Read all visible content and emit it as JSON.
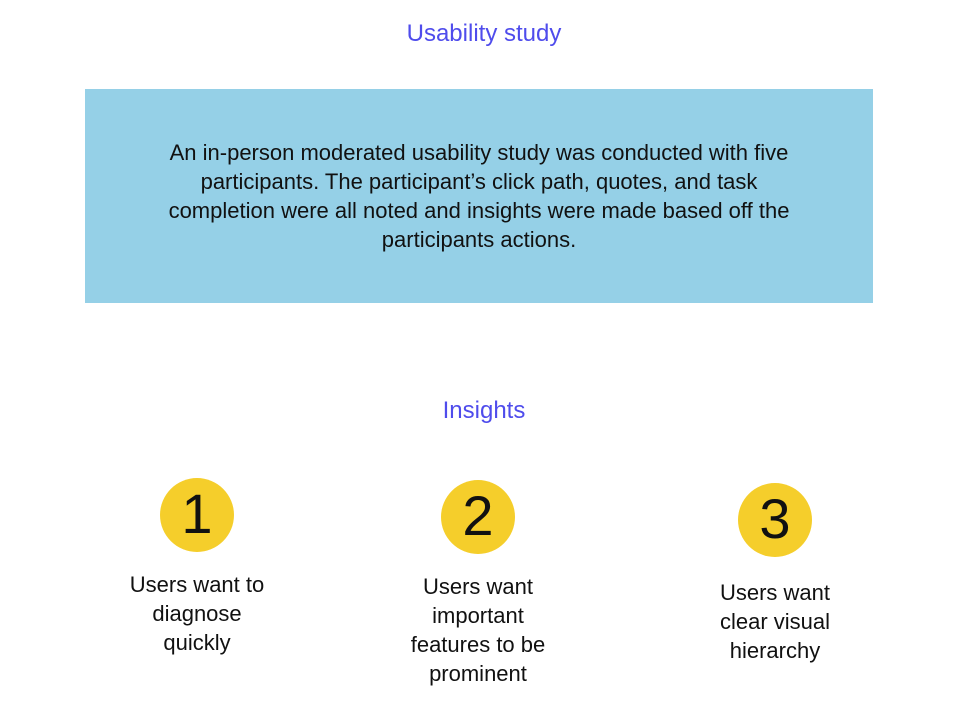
{
  "colors": {
    "accent": "#4F4CEC",
    "summary-bg": "#95D0E7",
    "badge": "#F5CE2B",
    "text": "#111111",
    "background": "#FFFFFF"
  },
  "page": {
    "title": "Usability study"
  },
  "summary_box": {
    "text": "An in-person moderated usability study was conducted with five\nparticipants. The participant’s click path, quotes, and task\ncompletion were all noted and insights were made based off the\nparticipants actions."
  },
  "insights": {
    "heading": "Insights",
    "items": [
      {
        "number": "1",
        "label": "Users want to\ndiagnose\nquickly"
      },
      {
        "number": "2",
        "label": "Users want\nimportant\nfeatures to be\nprominent"
      },
      {
        "number": "3",
        "label": "Users want\nclear visual\nhierarchy"
      }
    ]
  }
}
